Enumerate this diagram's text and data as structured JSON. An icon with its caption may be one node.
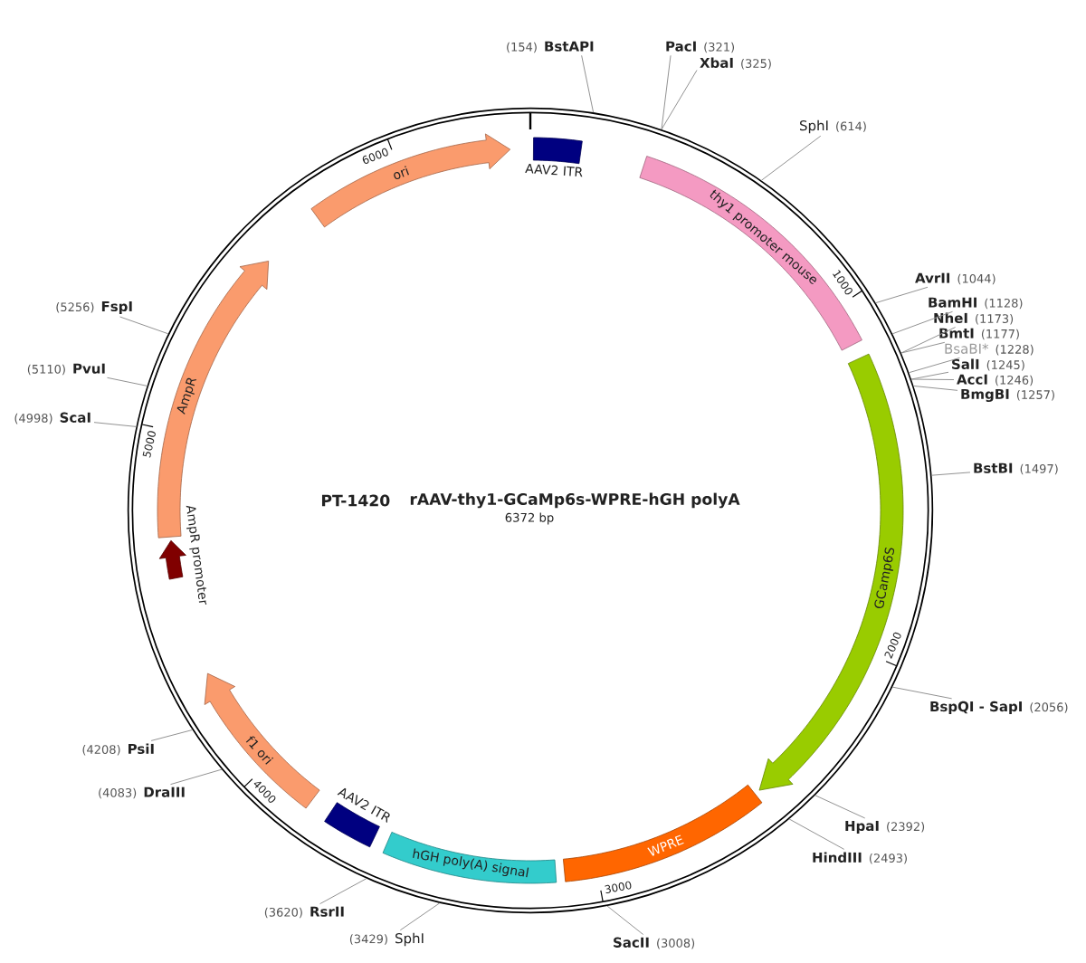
{
  "diagram": {
    "nodes": [
      {
        "text": [
          "PT-1420",
          "rAAV-thy1-GCaMp6s-WPRE-hGH polyA",
          "6372 bp"
        ]
      },
      {
        "text": [
          "AAV2 ITR"
        ],
        "in": 0
      },
      {
        "text": [
          "thy1 promoter mouse"
        ],
        "in": 0
      },
      {
        "text": [
          "GCamp6S"
        ],
        "in": 0
      },
      {
        "text": [
          "WPRE"
        ],
        "in": 0
      },
      {
        "text": [
          "hGH poly(A) signal"
        ],
        "in": 0
      },
      {
        "text": [
          "AAV2 ITR"
        ],
        "in": 0
      },
      {
        "text": [
          "f1 ori"
        ],
        "in": 0
      },
      {
        "text": [
          "AmpR promoter"
        ],
        "in": 0
      },
      {
        "text": [
          "AmpR"
        ],
        "in": 0
      },
      {
        "text": [
          "ori"
        ],
        "in": 0
      },
      {
        "text": [
          "(154)",
          "BstAPI"
        ]
      },
      {
        "text": [
          "PacI",
          "(321)"
        ]
      },
      {
        "text": [
          "XbaI",
          "(325)"
        ]
      },
      {
        "text": [
          "SphI",
          "(614)"
        ]
      },
      {
        "text": [
          "AvrII",
          "(1044)"
        ]
      },
      {
        "text": [
          "BamHI",
          "(1128)"
        ]
      },
      {
        "text": [
          "NheI",
          "(1173)"
        ]
      },
      {
        "text": [
          "BmtI",
          "(1177)"
        ]
      },
      {
        "text": [
          "BsaBI*",
          "(1228)"
        ]
      },
      {
        "text": [
          "SalI",
          "(1245)"
        ]
      },
      {
        "text": [
          "AccI",
          "(1246)"
        ]
      },
      {
        "text": [
          "BmgBI",
          "(1257)"
        ]
      },
      {
        "text": [
          "BstBI",
          "(1497)"
        ]
      },
      {
        "text": [
          "BspQI - SapI",
          "(2056)"
        ]
      },
      {
        "text": [
          "HpaI",
          "(2392)"
        ]
      },
      {
        "text": [
          "HindIII",
          "(2493)"
        ]
      },
      {
        "text": [
          "SacII",
          "(3008)"
        ]
      },
      {
        "text": [
          "(3429)",
          "SphI"
        ]
      },
      {
        "text": [
          "(3620)",
          "RsrII"
        ]
      },
      {
        "text": [
          "(4083)",
          "DraIII"
        ]
      },
      {
        "text": [
          "(4208)",
          "PsiI"
        ]
      },
      {
        "text": [
          "(4998)",
          "ScaI"
        ]
      },
      {
        "text": [
          "(5110)",
          "PvuI"
        ]
      },
      {
        "text": [
          "(5256)",
          "FspI"
        ]
      }
    ],
    "edges": [
      {
        "from": 11,
        "to": 0,
        "arrow": "none"
      },
      {
        "from": 12,
        "to": 0,
        "arrow": "none"
      },
      {
        "from": 13,
        "to": 0,
        "arrow": "none"
      },
      {
        "from": 14,
        "to": 0,
        "arrow": "none"
      },
      {
        "from": 15,
        "to": 0,
        "arrow": "none"
      },
      {
        "from": 16,
        "to": 0,
        "arrow": "none"
      },
      {
        "from": 17,
        "to": 0,
        "arrow": "none"
      },
      {
        "from": 18,
        "to": 0,
        "arrow": "none"
      },
      {
        "from": 19,
        "to": 0,
        "arrow": "none"
      },
      {
        "from": 20,
        "to": 0,
        "arrow": "none"
      },
      {
        "from": 21,
        "to": 0,
        "arrow": "none"
      },
      {
        "from": 22,
        "to": 0,
        "arrow": "none"
      },
      {
        "from": 23,
        "to": 0,
        "arrow": "none"
      },
      {
        "from": 24,
        "to": 0,
        "arrow": "none"
      },
      {
        "from": 25,
        "to": 0,
        "arrow": "none"
      },
      {
        "from": 26,
        "to": 0,
        "arrow": "none"
      },
      {
        "from": 27,
        "to": 0,
        "arrow": "none"
      },
      {
        "from": 28,
        "to": 0,
        "arrow": "none"
      },
      {
        "from": 29,
        "to": 0,
        "arrow": "none"
      },
      {
        "from": 30,
        "to": 0,
        "arrow": "none"
      },
      {
        "from": 31,
        "to": 0,
        "arrow": "none"
      },
      {
        "from": 32,
        "to": 0,
        "arrow": "none"
      },
      {
        "from": 33,
        "to": 0,
        "arrow": "none"
      },
      {
        "from": 34,
        "to": 0,
        "arrow": "none"
      }
    ],
    "labels": [
      "6000",
      "1000",
      "5000",
      "2000",
      "4000",
      "3000"
    ]
  }
}
